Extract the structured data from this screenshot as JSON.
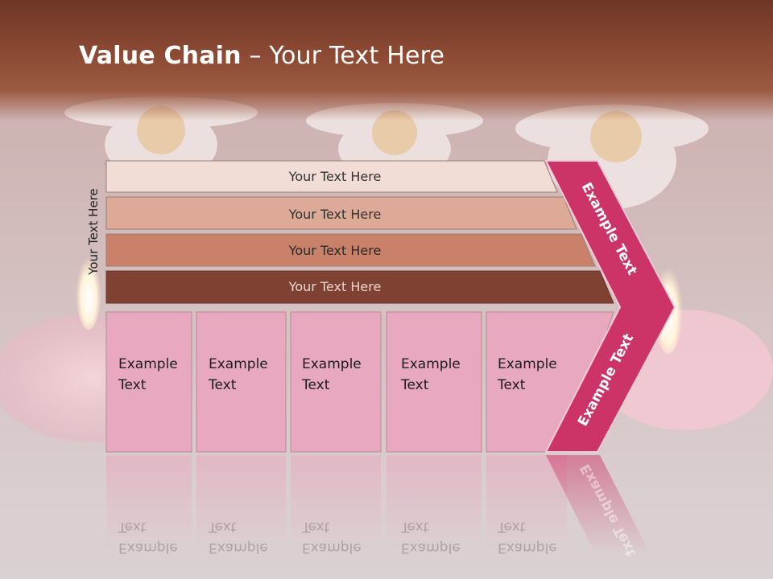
{
  "slide": {
    "title_bold": "Value Chain",
    "title_sep": " – ",
    "title_rest": "Your Text Here",
    "side_label": "Your Text Here"
  },
  "bars": [
    {
      "label": "Your Text Here",
      "color": "#f2dcd6",
      "text_color": "#333333"
    },
    {
      "label": "Your Text Here",
      "color": "#ddaa98",
      "text_color": "#333333"
    },
    {
      "label": "Your Text Here",
      "color": "#c98169",
      "text_color": "#2a2a2a"
    },
    {
      "label": "Your Text Here",
      "color": "#7f4131",
      "text_color": "#e8d6d0"
    }
  ],
  "boxes": [
    {
      "line1": "Example",
      "line2": "Text"
    },
    {
      "line1": "Example",
      "line2": "Text"
    },
    {
      "line1": "Example",
      "line2": "Text"
    },
    {
      "line1": "Example",
      "line2": "Text"
    },
    {
      "line1": "Example",
      "line2": "Text"
    }
  ],
  "chevron": {
    "upper_text": "Example Text",
    "lower_text": "Example Text",
    "color": "#cc3366"
  },
  "colors": {
    "box_fill": "#e8a9c0",
    "title_band": "#8c4a34"
  }
}
